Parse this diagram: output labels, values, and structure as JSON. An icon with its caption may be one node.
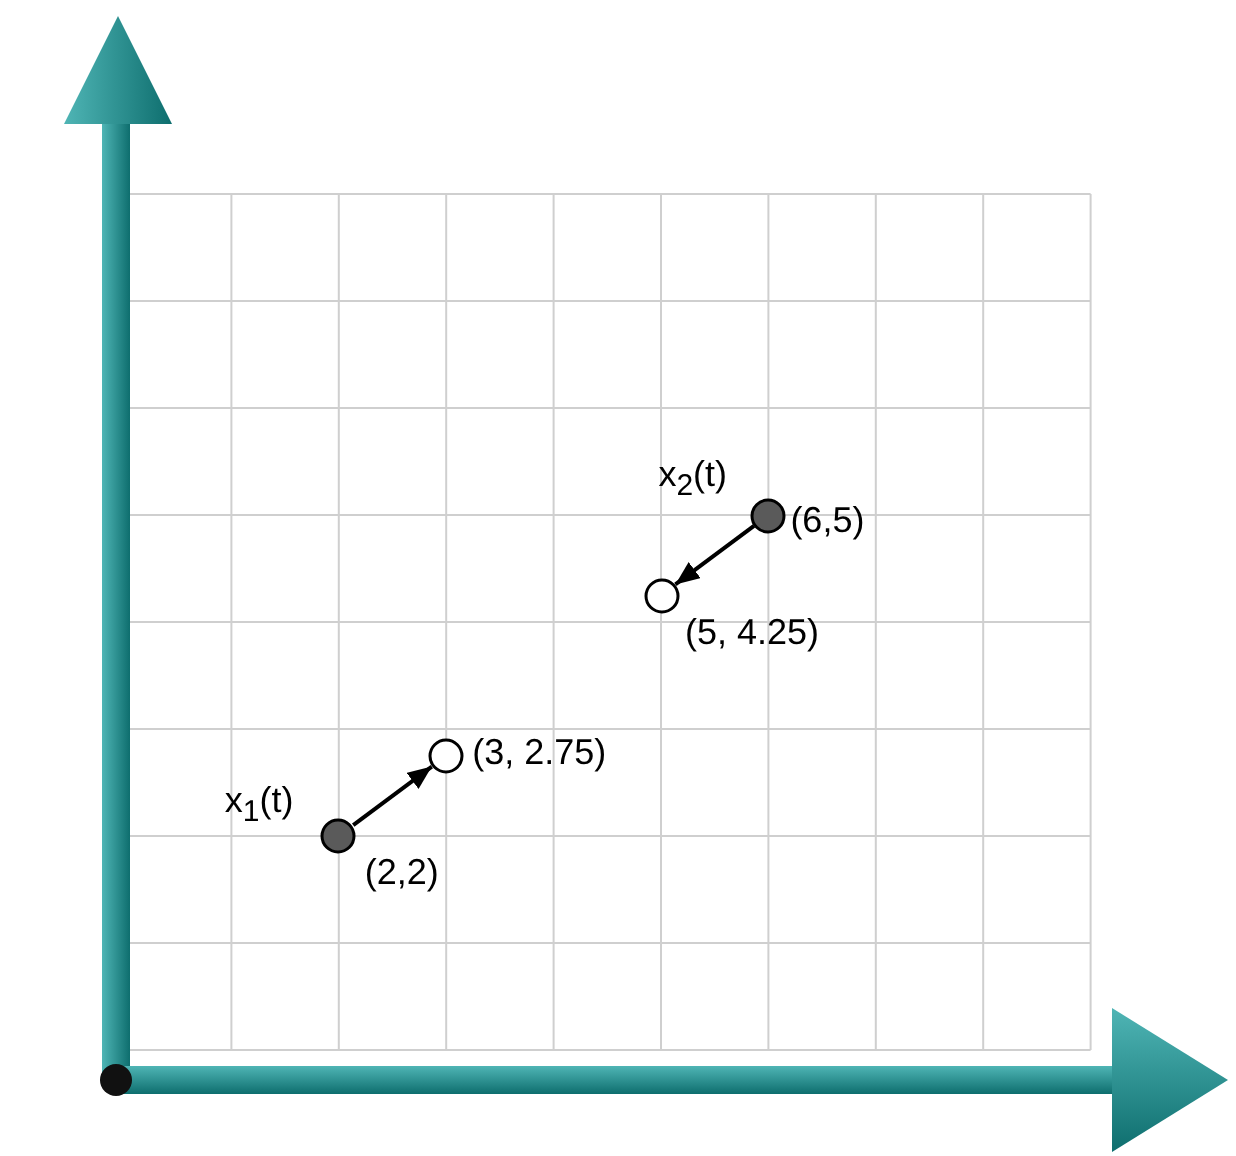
{
  "diagram": {
    "nodes": [
      {
        "text": [],
        "shape": "circle",
        "beside": [
          "x$_{1}$(t)",
          "(2,2)"
        ]
      },
      {
        "text": [],
        "shape": "circle",
        "beside": [
          "(3, 2.75)"
        ]
      },
      {
        "text": [],
        "shape": "circle",
        "beside": [
          "x$_{2}$(t)",
          "(6,5)"
        ]
      },
      {
        "text": [],
        "shape": "circle",
        "beside": [
          "(5, 4.25)"
        ]
      }
    ],
    "edges": [
      {
        "from": 0,
        "to": 1,
        "arrow": "to"
      },
      {
        "from": 2,
        "to": 3,
        "arrow": "to"
      }
    ]
  }
}
